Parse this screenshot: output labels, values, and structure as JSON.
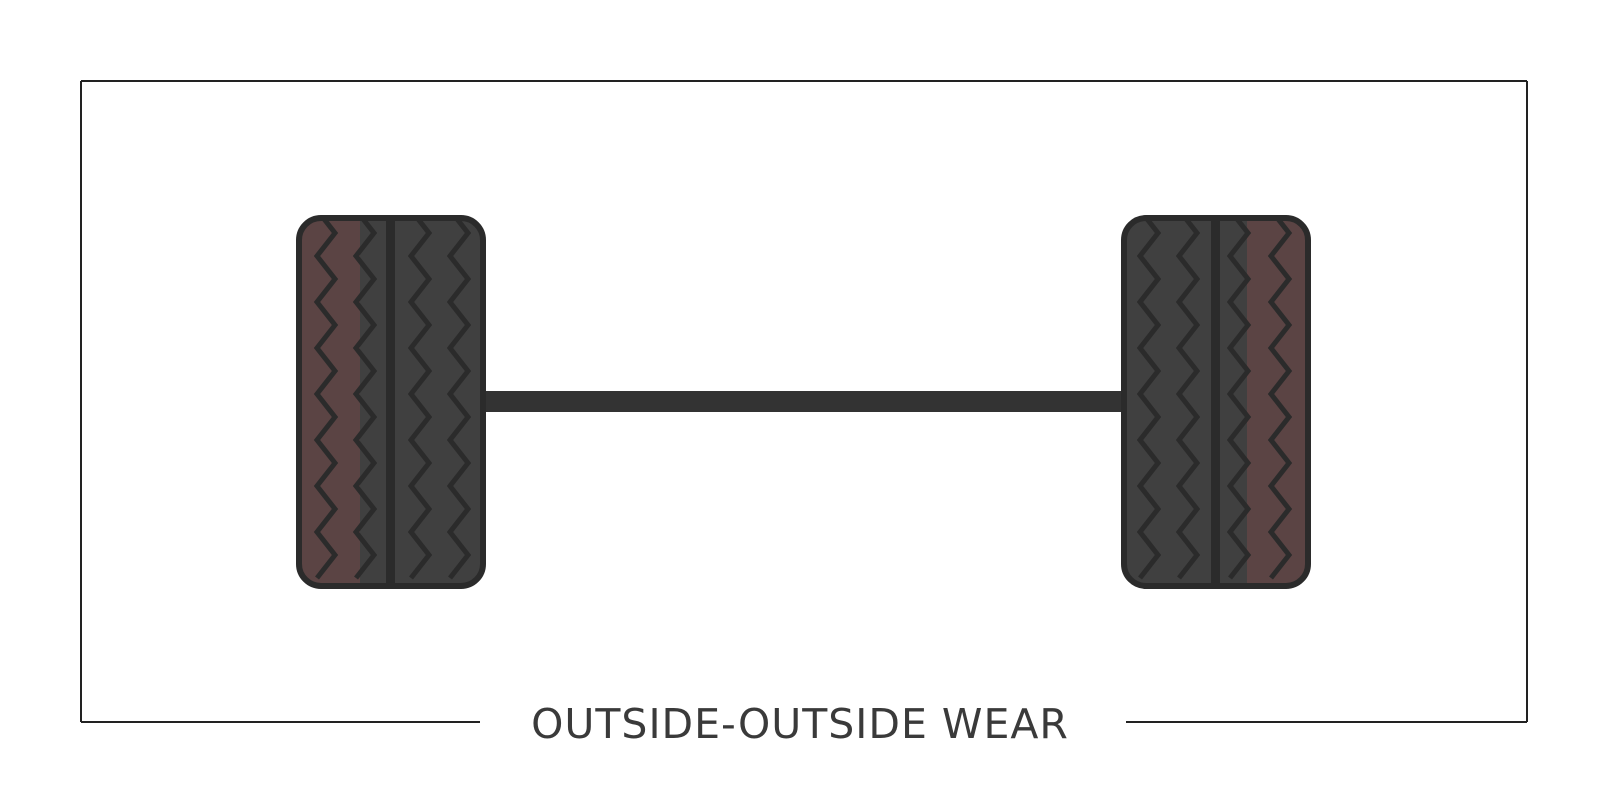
{
  "caption": "OUTSIDE-OUTSIDE WEAR",
  "colors": {
    "tire": "#404040",
    "tire_outline": "#2b2b2b",
    "axle": "#333333",
    "wear": "#5b4444",
    "frame": "#222222",
    "caption": "#3a3a3a"
  },
  "tires": [
    {
      "name": "left-tire",
      "worn_side": "outer-left"
    },
    {
      "name": "right-tire",
      "worn_side": "outer-right"
    }
  ]
}
